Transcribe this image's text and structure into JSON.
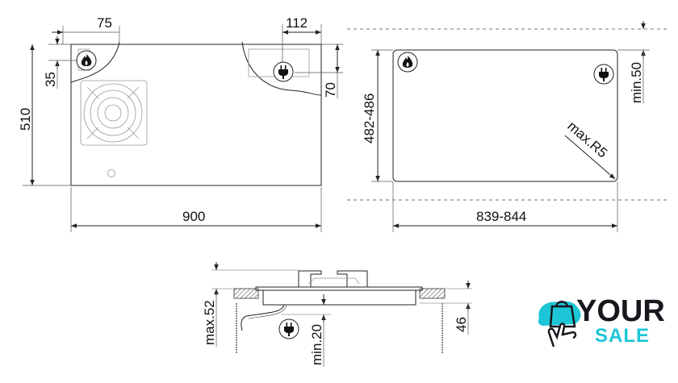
{
  "top_view": {
    "dim_left_offset": "75",
    "dim_right_offset": "112",
    "dim_left_vertical_offset": "35",
    "dim_depth": "510",
    "dim_right_vertical_offset": "70",
    "dim_width": "900"
  },
  "cutout_view": {
    "dim_depth": "482-486",
    "dim_min_edge": "min.50",
    "dim_width": "839-844",
    "corner_radius": "max.R5"
  },
  "section_view": {
    "dim_max_height": "max.52",
    "dim_min_clearance": "min.20",
    "dim_worktop": "46"
  },
  "logo": {
    "word1": "YOUR",
    "word2": "SALE",
    "colors": {
      "dark": "#17181d",
      "accent": "#1cc6d6"
    }
  }
}
